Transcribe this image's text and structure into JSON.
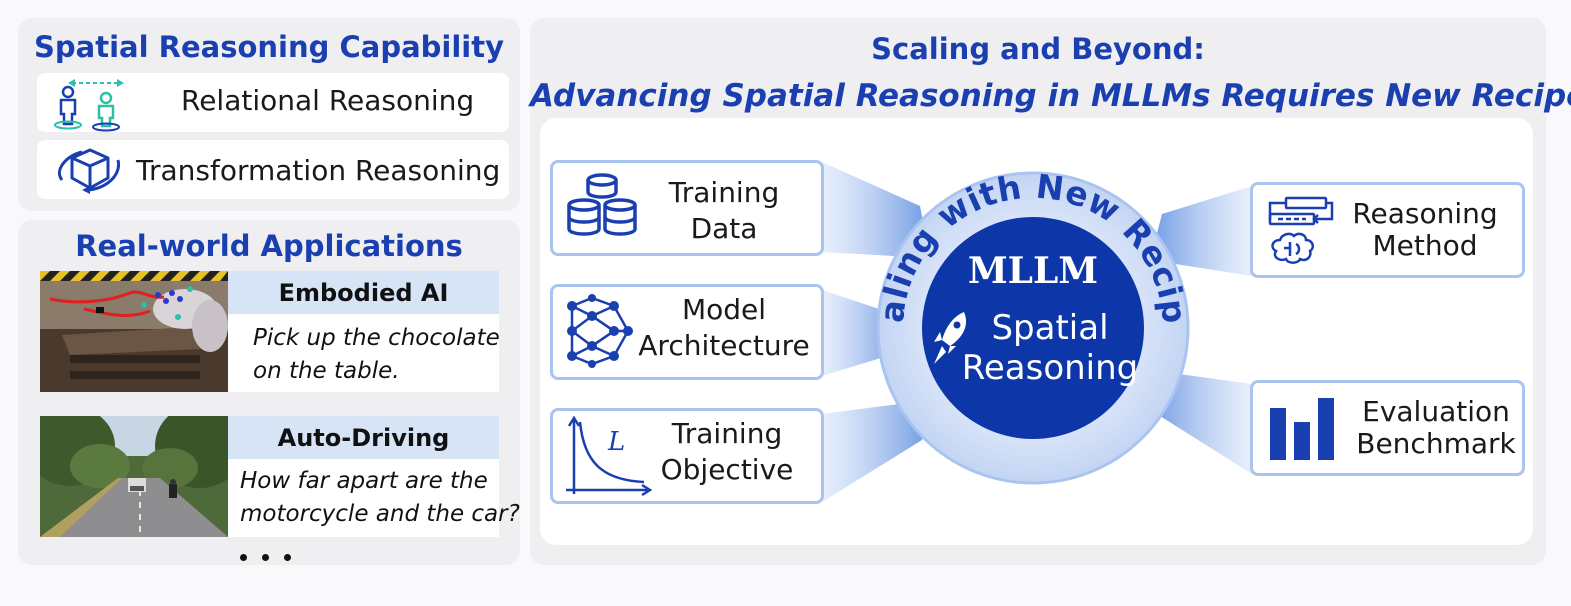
{
  "left_top": {
    "title": "Spatial Reasoning Capability",
    "items": [
      {
        "label": "Relational Reasoning",
        "icon": "relational-reasoning-icon"
      },
      {
        "label": "Transformation Reasoning",
        "icon": "transformation-reasoning-icon"
      }
    ]
  },
  "left_bottom": {
    "title": "Real-world Applications",
    "apps": [
      {
        "heading": "Embodied AI",
        "text_lines": [
          "Pick up the chocolate",
          "on the table."
        ],
        "image": "robot-arm-photo"
      },
      {
        "heading": "Auto-Driving",
        "text_lines": [
          "How far apart are the",
          "motorcycle and the car?"
        ],
        "image": "street-scene-photo"
      }
    ],
    "ellipsis": "• • •"
  },
  "right": {
    "title_line1": "Scaling and Beyond:",
    "title_line2": "Advancing Spatial Reasoning in MLLMs Requires New Recipes",
    "ring_text": "Scaling with New Recipes",
    "core_title": "MLLM",
    "core_subtitle_line1": "Spatial",
    "core_subtitle_line2": "Reasoning",
    "core_icon": "rocket-icon",
    "left_recipes": [
      {
        "label": "Training\nData",
        "icon": "database-icon"
      },
      {
        "label": "Model\nArchitecture",
        "icon": "neural-network-icon"
      },
      {
        "label": "Training\nObjective",
        "icon": "loss-curve-icon",
        "icon_letter": "L"
      }
    ],
    "right_recipes": [
      {
        "label": "Reasoning\nMethod",
        "icon": "brain-flow-icon"
      },
      {
        "label": "Evaluation\nBenchmark",
        "icon": "bar-chart-icon"
      }
    ]
  },
  "colors": {
    "title_blue": "#1a3fb0",
    "core_blue": "#0d36a8",
    "box_border": "#a9c4ef",
    "header_bg": "#d7e4f5",
    "panel_bg": "#efeef1"
  }
}
